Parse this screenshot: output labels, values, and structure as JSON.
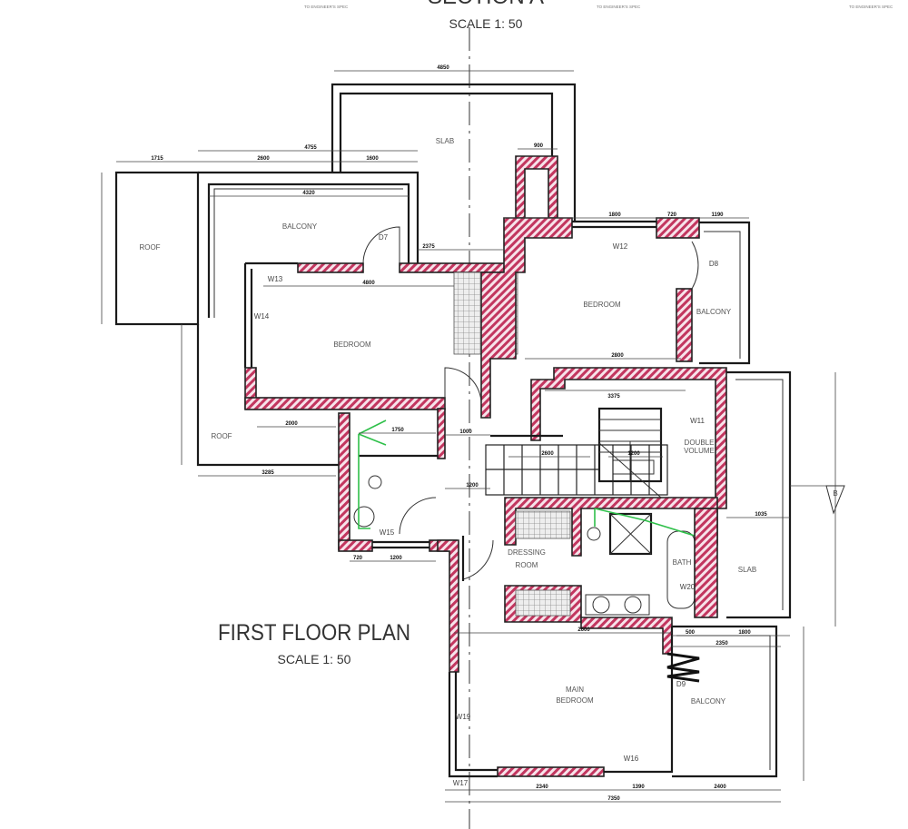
{
  "section_title": "SECTION A",
  "section_scale": "SCALE 1: 50",
  "plan_title": "FIRST FLOOR PLAN",
  "plan_scale": "SCALE 1: 50",
  "stamp_text": [
    "TO ENGINEER'S SPEC",
    "TO ENGINEER'S SPEC",
    "TO ENGINEER'S SPEC"
  ],
  "colors": {
    "wall_hatch": "#c2365f",
    "lines": "#1a1a1a",
    "plumbing": "#2fc04a"
  },
  "rooms": {
    "slab_top": "SLAB",
    "balcony_top": "BALCONY",
    "roof_left": "ROOF",
    "bedroom_left": "BEDROOM",
    "bedroom_right": "BEDROOM",
    "balcony_right": "BALCONY",
    "roof_lower": "ROOF",
    "double_volume_1": "DOUBLE",
    "double_volume_2": "VOLUME",
    "dressing_1": "DRESSING",
    "dressing_2": "ROOM",
    "slab_right": "SLAB",
    "main_bedroom_1": "MAIN",
    "main_bedroom_2": "BEDROOM",
    "balcony_bottom": "BALCONY",
    "bath": "BATH"
  },
  "openings": {
    "w11": "W11",
    "w12": "W12",
    "w13": "W13",
    "w14": "W14",
    "w15": "W15",
    "w16": "W16",
    "w17": "W17",
    "w19": "W19",
    "w20": "W20",
    "d7": "D7",
    "d8": "D8",
    "d9": "D9"
  },
  "section_marker": "B",
  "dimensions": [
    "4850",
    "1715",
    "2600",
    "1600",
    "4755",
    "4320",
    "900",
    "1800",
    "720",
    "1190",
    "2375",
    "4800",
    "2800",
    "3375",
    "2000",
    "3285",
    "1750",
    "1000",
    "1200",
    "2600",
    "1200",
    "1035",
    "2600",
    "500",
    "1800",
    "2350",
    "2340",
    "1390",
    "2400",
    "7350",
    "720",
    "1200"
  ]
}
